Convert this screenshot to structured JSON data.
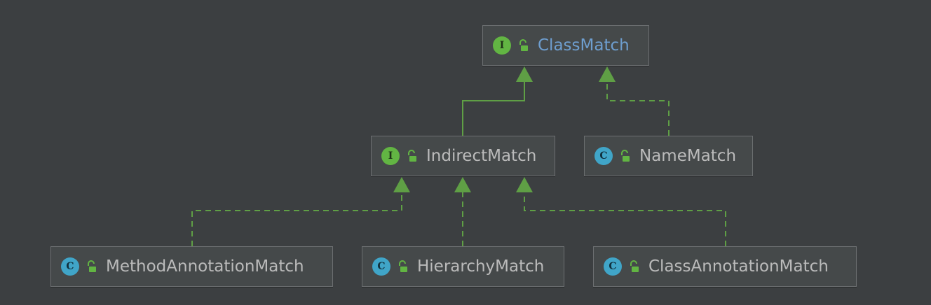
{
  "diagram": {
    "nodes": [
      {
        "id": "classmatch",
        "label": "ClassMatch",
        "kind": "interface",
        "badge": "I",
        "highlight": true
      },
      {
        "id": "indirectmatch",
        "label": "IndirectMatch",
        "kind": "interface",
        "badge": "I",
        "highlight": false
      },
      {
        "id": "namematch",
        "label": "NameMatch",
        "kind": "class",
        "badge": "C",
        "highlight": false
      },
      {
        "id": "methodannotationmatch",
        "label": "MethodAnnotationMatch",
        "kind": "class",
        "badge": "C",
        "highlight": false
      },
      {
        "id": "hierarchymatch",
        "label": "HierarchyMatch",
        "kind": "class",
        "badge": "C",
        "highlight": false
      },
      {
        "id": "classannotationmatch",
        "label": "ClassAnnotationMatch",
        "kind": "class",
        "badge": "C",
        "highlight": false
      }
    ],
    "edges": [
      {
        "from": "indirectmatch",
        "to": "classmatch",
        "relation": "extends",
        "style": "solid"
      },
      {
        "from": "namematch",
        "to": "classmatch",
        "relation": "implements",
        "style": "dashed"
      },
      {
        "from": "methodannotationmatch",
        "to": "indirectmatch",
        "relation": "implements",
        "style": "dashed"
      },
      {
        "from": "hierarchymatch",
        "to": "indirectmatch",
        "relation": "implements",
        "style": "dashed"
      },
      {
        "from": "classannotationmatch",
        "to": "indirectmatch",
        "relation": "implements",
        "style": "dashed"
      }
    ],
    "colors": {
      "background": "#3c3f41",
      "edge": "#5f9f45",
      "interface_badge": "#62b543",
      "class_badge": "#40a5c8",
      "highlight_label": "#6e9ecf"
    }
  }
}
